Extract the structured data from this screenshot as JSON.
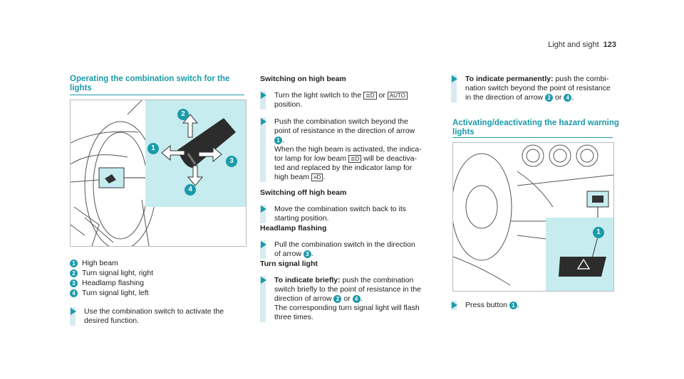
{
  "header": {
    "section": "Light and sight",
    "page": "123"
  },
  "left": {
    "title_l1": "Operating the combination switch for the",
    "title_l2": "lights",
    "legend": [
      {
        "n": "1",
        "text": "High beam"
      },
      {
        "n": "2",
        "text": "Turn signal light, right"
      },
      {
        "n": "3",
        "text": "Headlamp flashing"
      },
      {
        "n": "4",
        "text": "Turn signal light, left"
      }
    ],
    "step_l1": "Use the combination switch to activate the",
    "step_l2": "desired function."
  },
  "middle": {
    "h_on": "Switching on high beam",
    "s1_l1a": "Turn the light switch to the",
    "s1_or": "or",
    "s1_l2": "position.",
    "s2_l1": "Push the combination switch beyond the",
    "s2_l2": "point of resistance in the direction of arrow",
    "s2_l3_end": ".",
    "s2_l4": "When the high beam is activated, the indica-",
    "s2_l5a": "tor lamp for low beam",
    "s2_l5b": "will be deactiva-",
    "s2_l6": "ted and replaced by the indicator lamp for",
    "s2_l7a": "high beam",
    "s2_l7b": ".",
    "h_off": "Switching off high beam",
    "s3_l1": "Move the combination switch back to its",
    "s3_l2": "starting position.",
    "h_flash": "Headlamp flashing",
    "s4_l1": "Pull the combination switch in the direction",
    "s4_l2a": "of arrow",
    "s4_l2b": ".",
    "h_turn": "Turn signal light",
    "s5_b": "To indicate briefly:",
    "s5_l1": " push the combination",
    "s5_l2": "switch briefly to the point of resistance in the",
    "s5_l3a": "direction of arrow",
    "s5_or": "or",
    "s5_l3b": ".",
    "s5_l4": "The corresponding turn signal light will flash",
    "s5_l5": "three times."
  },
  "right": {
    "s6_b": "To indicate permanently:",
    "s6_l1": " push the combi-",
    "s6_l2": "nation switch beyond the point of resistance",
    "s6_l3a": "in the direction of arrow",
    "s6_or": "or",
    "s6_l3b": ".",
    "title_l1": "Activating/deactivating the hazard warning",
    "title_l2": "lights",
    "s7_a": "Press button",
    "s7_b": "."
  },
  "symbols": {
    "low_beam": "≣D",
    "auto": "AUTO",
    "high_beam": "≡D"
  },
  "colors": {
    "accent": "#1b9aaa",
    "callout_bg": "#c6ecef"
  }
}
